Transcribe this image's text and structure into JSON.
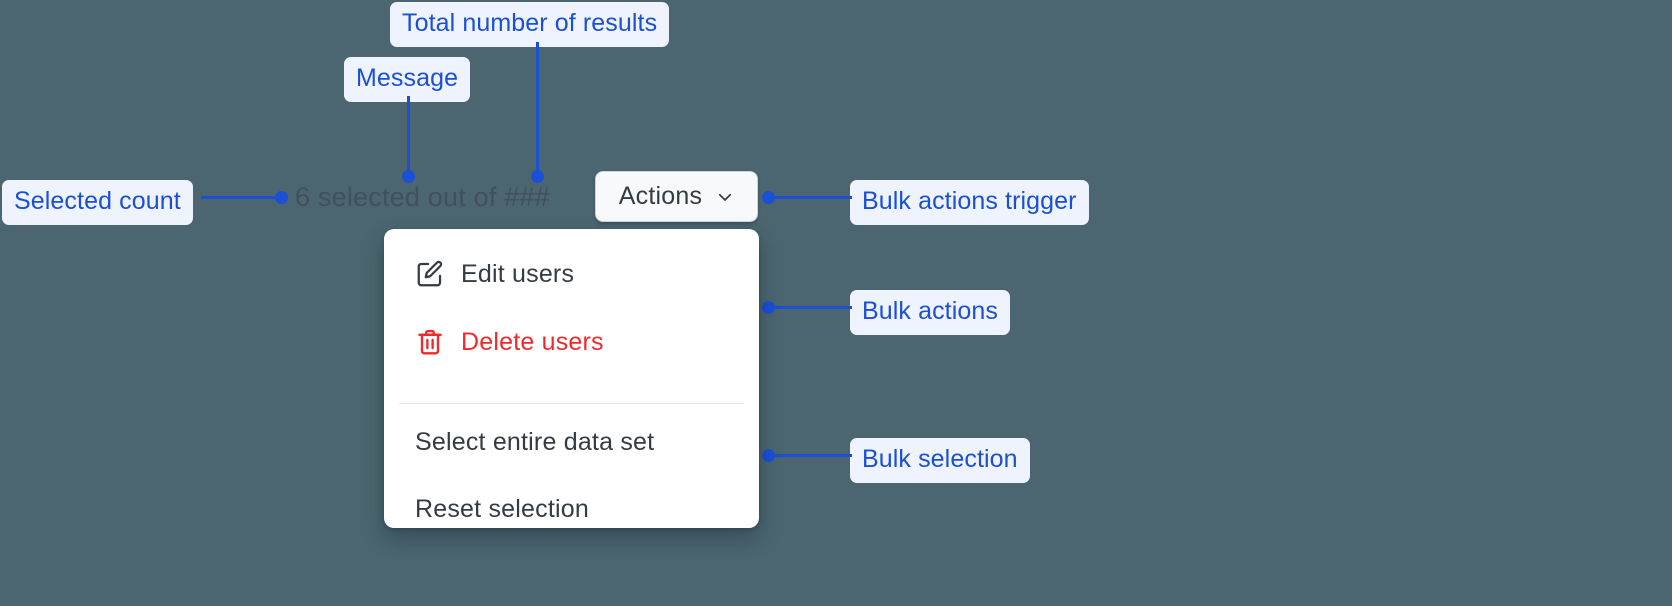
{
  "page": {
    "background_color": "#4b6670",
    "accent_color": "#1a4fd6",
    "callout_bg_color": "#eef3fd",
    "danger_color": "#ee2a2a"
  },
  "selection_bar": {
    "message": "6 selected out of ###",
    "selected_count": "6",
    "message_prefix": "6 selected out of ",
    "total_results": "###"
  },
  "trigger": {
    "label": "Actions",
    "chevron_icon": "chevron-down-icon"
  },
  "menu": {
    "bulk_actions": [
      {
        "label": "Edit users",
        "icon": "edit-pencil-square-icon",
        "tone": "neutral"
      },
      {
        "label": "Delete users",
        "icon": "trash-icon",
        "tone": "danger"
      }
    ],
    "bulk_selection": [
      {
        "label": "Select entire data set",
        "icon": "",
        "tone": "neutral"
      },
      {
        "label": "Reset selection",
        "icon": "",
        "tone": "neutral"
      }
    ]
  },
  "callouts": [
    {
      "id": "total-number-of-results",
      "label": "Total number of results"
    },
    {
      "id": "message",
      "label": "Message"
    },
    {
      "id": "selected-count",
      "label": "Selected count"
    },
    {
      "id": "bulk-actions-trigger",
      "label": "Bulk actions trigger"
    },
    {
      "id": "bulk-actions",
      "label": "Bulk actions"
    },
    {
      "id": "bulk-selection",
      "label": "Bulk selection"
    }
  ]
}
